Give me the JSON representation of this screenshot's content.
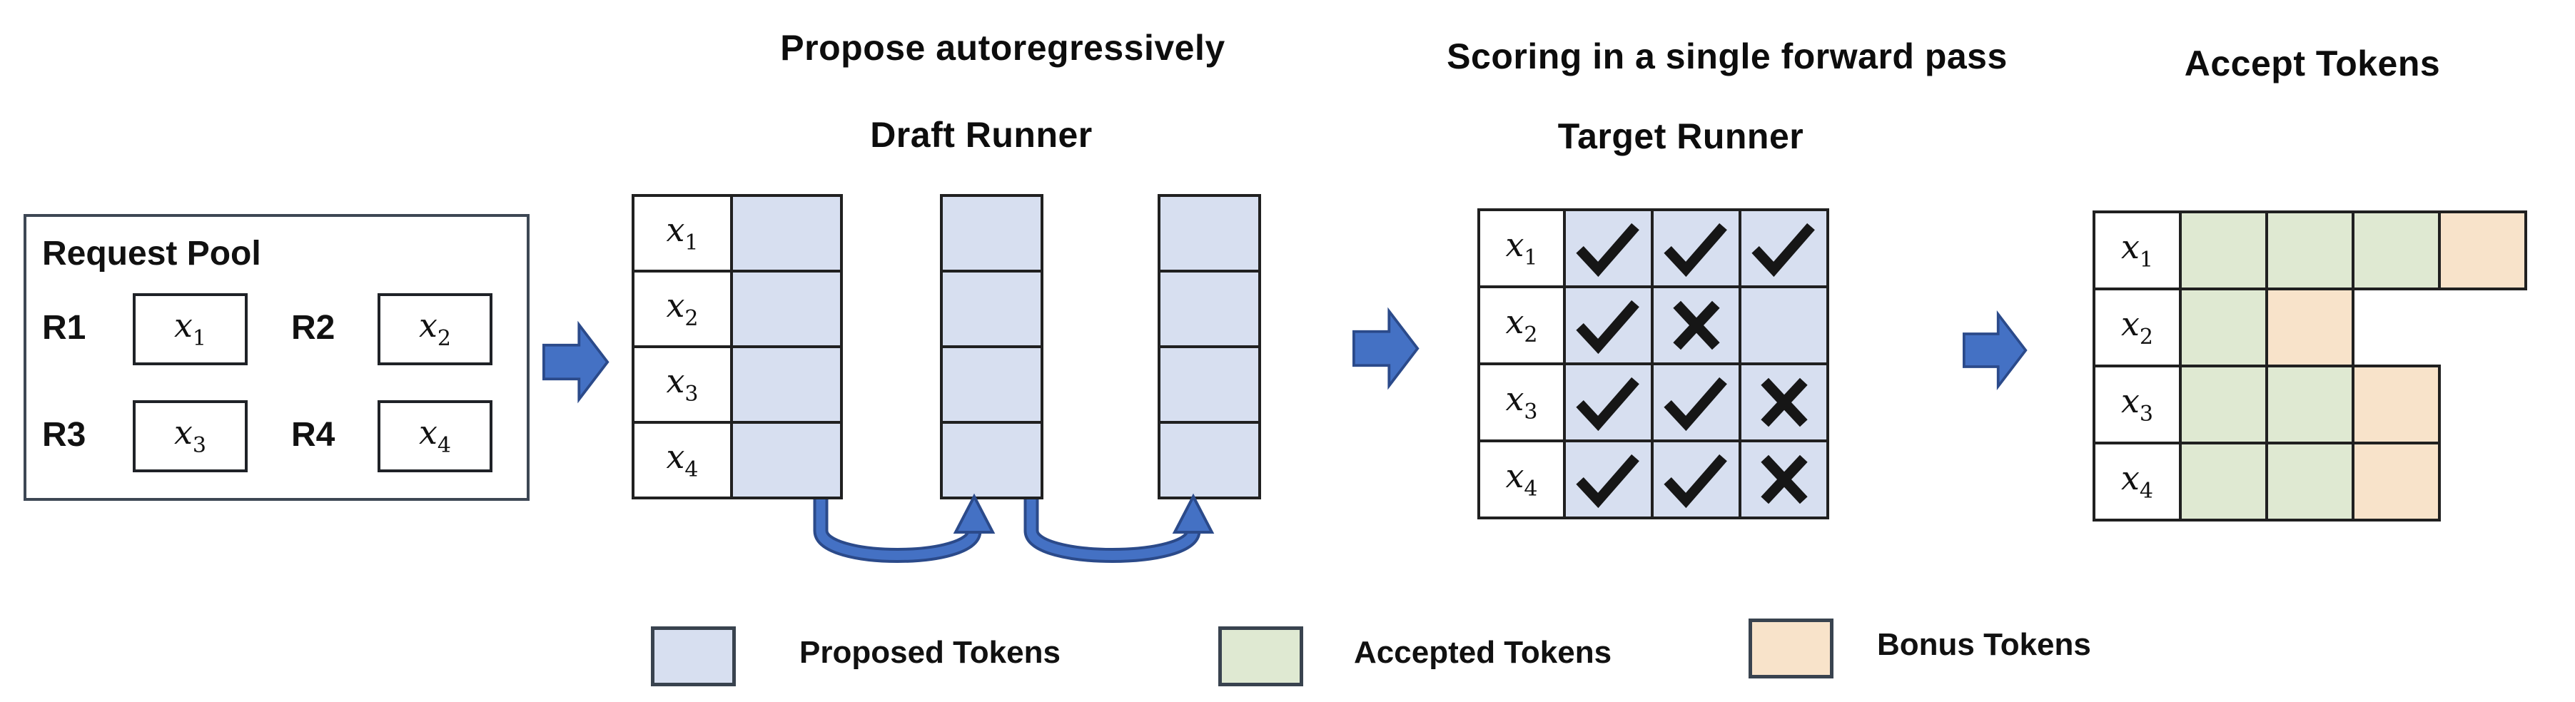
{
  "titles": {
    "propose": "Propose autoregressively",
    "draft": "Draft Runner",
    "scoring": "Scoring in a single forward pass",
    "target": "Target Runner",
    "accept": "Accept Tokens"
  },
  "request_pool": {
    "title": "Request Pool",
    "requests": [
      {
        "id": "R1",
        "token": {
          "base": "x",
          "sub": "1"
        }
      },
      {
        "id": "R2",
        "token": {
          "base": "x",
          "sub": "2"
        }
      },
      {
        "id": "R3",
        "token": {
          "base": "x",
          "sub": "3"
        }
      },
      {
        "id": "R4",
        "token": {
          "base": "x",
          "sub": "4"
        }
      }
    ]
  },
  "row_labels": [
    {
      "base": "x",
      "sub": "1"
    },
    {
      "base": "x",
      "sub": "2"
    },
    {
      "base": "x",
      "sub": "3"
    },
    {
      "base": "x",
      "sub": "4"
    }
  ],
  "draft_runner": {
    "proposal_steps": 3,
    "rows": 4
  },
  "target_runner": {
    "marks": [
      [
        "check",
        "check",
        "check"
      ],
      [
        "check",
        "cross",
        "none"
      ],
      [
        "check",
        "check",
        "cross"
      ],
      [
        "check",
        "check",
        "cross"
      ]
    ]
  },
  "accept_tokens": {
    "rows": [
      [
        "accepted",
        "accepted",
        "accepted",
        "bonus"
      ],
      [
        "accepted",
        "bonus"
      ],
      [
        "accepted",
        "accepted",
        "bonus"
      ],
      [
        "accepted",
        "accepted",
        "bonus"
      ]
    ]
  },
  "legend": [
    {
      "name": "proposed",
      "label": "Proposed Tokens",
      "color": "#d7dff0"
    },
    {
      "name": "accepted",
      "label": "Accepted Tokens",
      "color": "#dfe9d2"
    },
    {
      "name": "bonus",
      "label": "Bonus Tokens",
      "color": "#f8e3ca"
    }
  ],
  "colors": {
    "proposed": "#d7dff0",
    "accepted": "#dfe9d2",
    "bonus": "#f8e3ca",
    "arrow_fill": "#4471c4",
    "arrow_stroke": "#2b4a8a",
    "grid_border": "#202020",
    "mark": "#161616"
  }
}
